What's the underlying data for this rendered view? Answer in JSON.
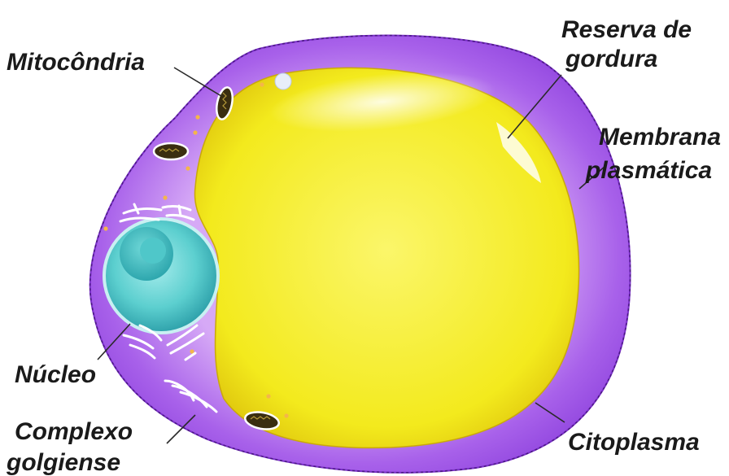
{
  "labels": {
    "mitocondria": "Mitocôndria",
    "reserva_line1": "Reserva de",
    "reserva_line2": "gordura",
    "membrana_line1": "Membrana",
    "membrana_line2": "plasmática",
    "nucleo": "Núcleo",
    "complexo_line1": "Complexo",
    "complexo_line2": "golgiense",
    "citoplasma": "Citoplasma"
  },
  "colors": {
    "cytoplasm": "#9b4fe3",
    "cytoplasm_light": "#d9b0f7",
    "fat_reserve": "#f5ee2a",
    "nucleus": "#3fbcbc",
    "mitochondria": "#3a2e10",
    "granules": "#f4b64a"
  }
}
